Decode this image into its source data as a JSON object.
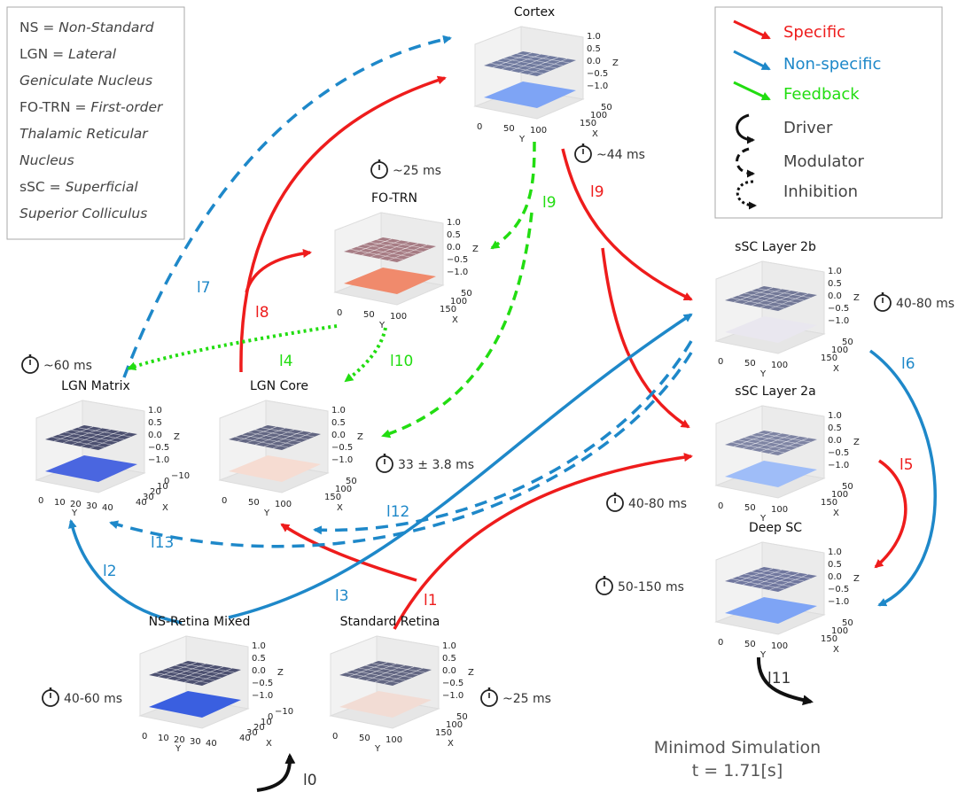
{
  "colors": {
    "specific": "#ee1c1c",
    "nonspecific": "#1e88c9",
    "feedback": "#22dd11",
    "driver": "#111111"
  },
  "glossary": [
    {
      "abbr": "NS = ",
      "full": "Non-Standard"
    },
    {
      "abbr": "LGN = ",
      "full": "Lateral"
    },
    {
      "abbr": "",
      "full": "Geniculate Nucleus"
    },
    {
      "abbr": "FO-TRN = ",
      "full": "First-order"
    },
    {
      "abbr": "",
      "full": "Thalamic Reticular"
    },
    {
      "abbr": "",
      "full": "Nucleus"
    },
    {
      "abbr": "sSC = ",
      "full": "Superficial"
    },
    {
      "abbr": "",
      "full": "Superior Colliculus"
    }
  ],
  "legend": [
    {
      "label": "Specific",
      "icon": "red-arrow-icon",
      "color": "#ee1c1c"
    },
    {
      "label": "Non-specific",
      "icon": "blue-arrow-icon",
      "color": "#1e88c9"
    },
    {
      "label": "Feedback",
      "icon": "green-arrow-icon",
      "color": "#22dd11"
    },
    {
      "label": "Driver",
      "icon": "solid-curve-icon",
      "color": "#333333"
    },
    {
      "label": "Modulator",
      "icon": "dashed-curve-icon",
      "color": "#333333"
    },
    {
      "label": "Inhibition",
      "icon": "dotted-curve-icon",
      "color": "#333333"
    }
  ],
  "nodes": {
    "cortex": {
      "title": "Cortex",
      "timer": "~44 ms"
    },
    "fotrn": {
      "title": "FO-TRN",
      "timer": "~25 ms"
    },
    "lgn_matrix": {
      "title": "LGN Matrix",
      "timer": "~60 ms"
    },
    "lgn_core": {
      "title": "LGN Core",
      "timer": "33 ± 3.8 ms"
    },
    "ssc2b": {
      "title": "sSC Layer 2b",
      "timer": "40-80 ms"
    },
    "ssc2a": {
      "title": "sSC Layer 2a",
      "timer": "40-80 ms"
    },
    "deep_sc": {
      "title": "Deep SC",
      "timer": "50-150 ms"
    },
    "ns_retina": {
      "title": "NS-Retina Mixed",
      "timer": "40-60 ms"
    },
    "std_retina": {
      "title": "Standard Retina",
      "timer": "~25 ms"
    }
  },
  "edge_labels": {
    "l0": "l0",
    "l1": "l1",
    "l2": "l2",
    "l3": "l3",
    "l4": "l4",
    "l5": "l5",
    "l6": "l6",
    "l7": "l7",
    "l8": "l8",
    "l9": "l9",
    "l10": "l10",
    "l11": "l11",
    "l12": "l12",
    "l13": "l13"
  },
  "axis_ticks": {
    "z": [
      "1.0",
      "0.5",
      "0.0",
      "−0.5",
      "−1.0"
    ],
    "z_label": "Z",
    "x_std": [
      "50",
      "100",
      "150"
    ],
    "y_std": [
      "0",
      "50",
      "100"
    ],
    "x_label": "X",
    "y_label": "Y",
    "x_small": [
      "−10",
      "0",
      "10",
      "20",
      "30",
      "40"
    ],
    "y_small": [
      "0",
      "10",
      "20",
      "30",
      "40"
    ]
  },
  "simulation": {
    "title": "Minimod Simulation",
    "time": "t = 1.71[s]"
  }
}
